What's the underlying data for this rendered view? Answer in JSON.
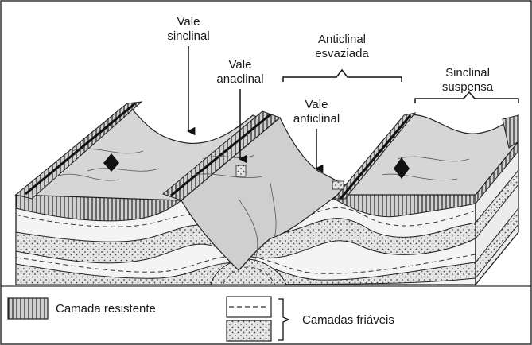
{
  "labels": {
    "vale_sinclinal": [
      "Vale",
      "sinclinal"
    ],
    "vale_anaclinal": [
      "Vale",
      "anaclinal"
    ],
    "anticlinal_esvaziada": [
      "Anticlinal",
      "esvaziada"
    ],
    "vale_anticlinal": [
      "Vale",
      "anticlinal"
    ],
    "sinclinal_suspensa": [
      "Sinclinal",
      "suspensa"
    ]
  },
  "legend": {
    "resistente": "Camada resistente",
    "friaveis": "Camadas friáveis"
  },
  "colors": {
    "ink": "#1a1a1a",
    "surface": "#d9d9d9",
    "surface_shade": "#bdbdbd",
    "stipple_bg": "#e3e3e3",
    "resistant_bg": "#cfcfcf"
  }
}
